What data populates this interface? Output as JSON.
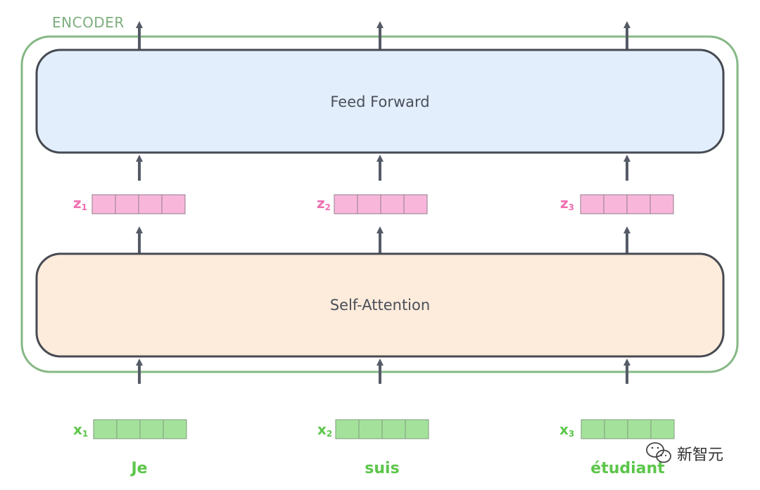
{
  "encoder": {
    "label": "ENCODER",
    "feed_forward_label": "Feed Forward",
    "self_attention_label": "Self-Attention"
  },
  "z_vectors": [
    {
      "base": "z",
      "sub": "1"
    },
    {
      "base": "z",
      "sub": "2"
    },
    {
      "base": "z",
      "sub": "3"
    }
  ],
  "x_vectors": [
    {
      "base": "x",
      "sub": "1"
    },
    {
      "base": "x",
      "sub": "2"
    },
    {
      "base": "x",
      "sub": "3"
    }
  ],
  "words": [
    "Je",
    "suis",
    "étudiant"
  ],
  "watermark": {
    "text": "新智元"
  },
  "colors": {
    "encoder_border": "#86b886",
    "feed_forward_fill": "#e2eefb",
    "self_attention_fill": "#fdebdb",
    "block_border": "#464a52",
    "z_cell_fill": "#f9b6db",
    "x_cell_fill": "#a4e29c",
    "arrow": "#555b66"
  }
}
